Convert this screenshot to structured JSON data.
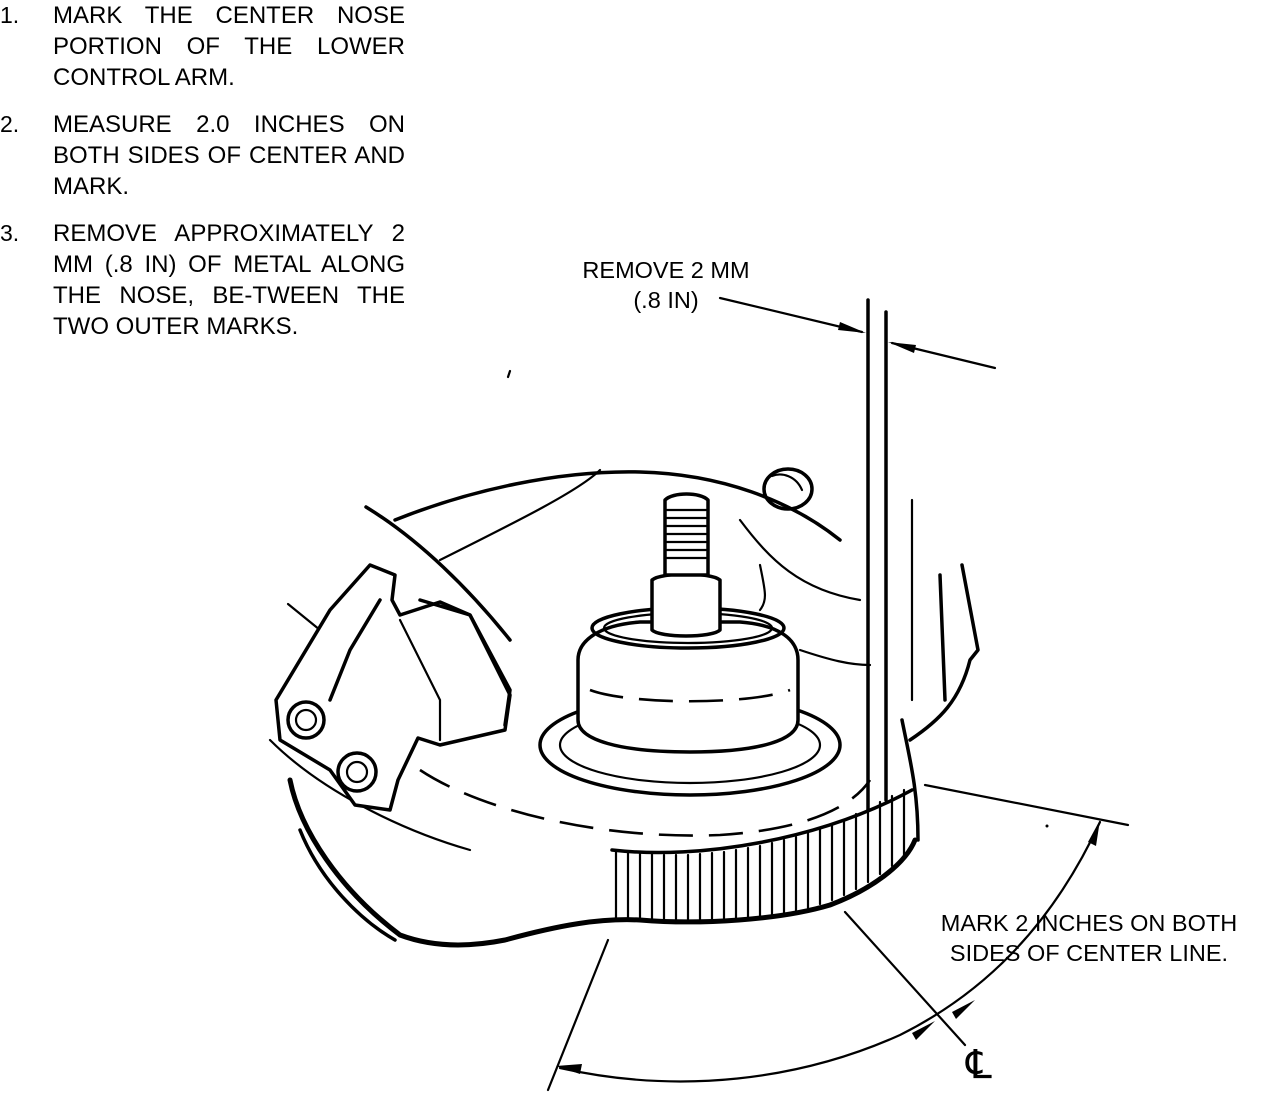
{
  "steps": [
    {
      "number": "1.",
      "text": "MARK THE CENTER NOSE PORTION OF THE LOWER CONTROL ARM."
    },
    {
      "number": "2.",
      "text": "MEASURE 2.0 INCHES ON BOTH SIDES OF CENTER AND MARK."
    },
    {
      "number": "3.",
      "text": "REMOVE APPROXIMATELY 2 MM (.8 IN) OF METAL ALONG THE NOSE, BE-TWEEN THE TWO OUTER MARKS."
    }
  ],
  "callouts": {
    "remove_line1": "REMOVE 2 MM",
    "remove_line2": "(.8 IN)",
    "mark_line1": "MARK 2 INCHES ON BOTH",
    "mark_line2": "SIDES OF CENTER LINE."
  },
  "centerline_symbol": "℄",
  "diagram": {
    "parts": [
      "lower-control-arm",
      "ball-joint",
      "ball-joint-stud",
      "bracket",
      "bolt-head",
      "grind-zone"
    ]
  },
  "colors": {
    "ink": "#000000",
    "paper": "#ffffff"
  }
}
